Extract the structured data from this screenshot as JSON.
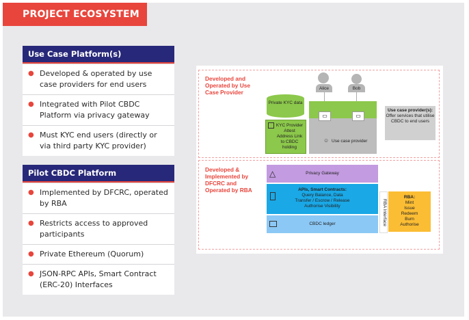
{
  "title": "PROJECT ECOSYSTEM",
  "panels": [
    {
      "header": "Use Case Platform(s)",
      "items": [
        "Developed & operated by use case providers for end users",
        "Integrated with Pilot CBDC Platform via privacy gateway",
        "Must KYC end users (directly or via third party KYC provider)"
      ]
    },
    {
      "header": "Pilot CBDC Platform",
      "items": [
        "Implemented by DFCRC, operated by RBA",
        "Restricts access to approved participants",
        "Private Ethereum (Quorum)",
        "JSON-RPC APIs, Smart Contract (ERC-20) Interfaces"
      ]
    }
  ],
  "diagram": {
    "top_label": "Developed and Operated by Use Case Provider",
    "alice": "Alice",
    "bob": "Bob",
    "kyc_data": "Private KYC data",
    "kyc_provider": "KYC Provider Attest Address Link to CBDC holding",
    "use_case_provider": "Use case provider",
    "callout_title": "Use case provider(s):",
    "callout_text": "Offer services that utilise CBDC to end users",
    "bottom_label": "Developed & Implemented by DFCRC and Operated by RBA",
    "privacy_gateway": "Privacy Gateway",
    "apis_title": "APIs, Smart Contracts:",
    "apis_lines": [
      "Query Balance, Data",
      "Transfer / Escrow / Release",
      "Authorise Visibility"
    ],
    "ledger": "CBDC ledger",
    "rba_interface": "RBA Interface",
    "rba_title": "RBA:",
    "rba_lines": [
      "Mint",
      "Issue",
      "Redeem",
      "Burn",
      "Authorise"
    ]
  },
  "colors": {
    "accent": "#e8453c",
    "navy": "#28287a",
    "green": "#8cc84b",
    "purple": "#c39be0",
    "blue": "#1aa8e6",
    "lightblue": "#8cc8f5",
    "orange": "#fbbd34"
  }
}
